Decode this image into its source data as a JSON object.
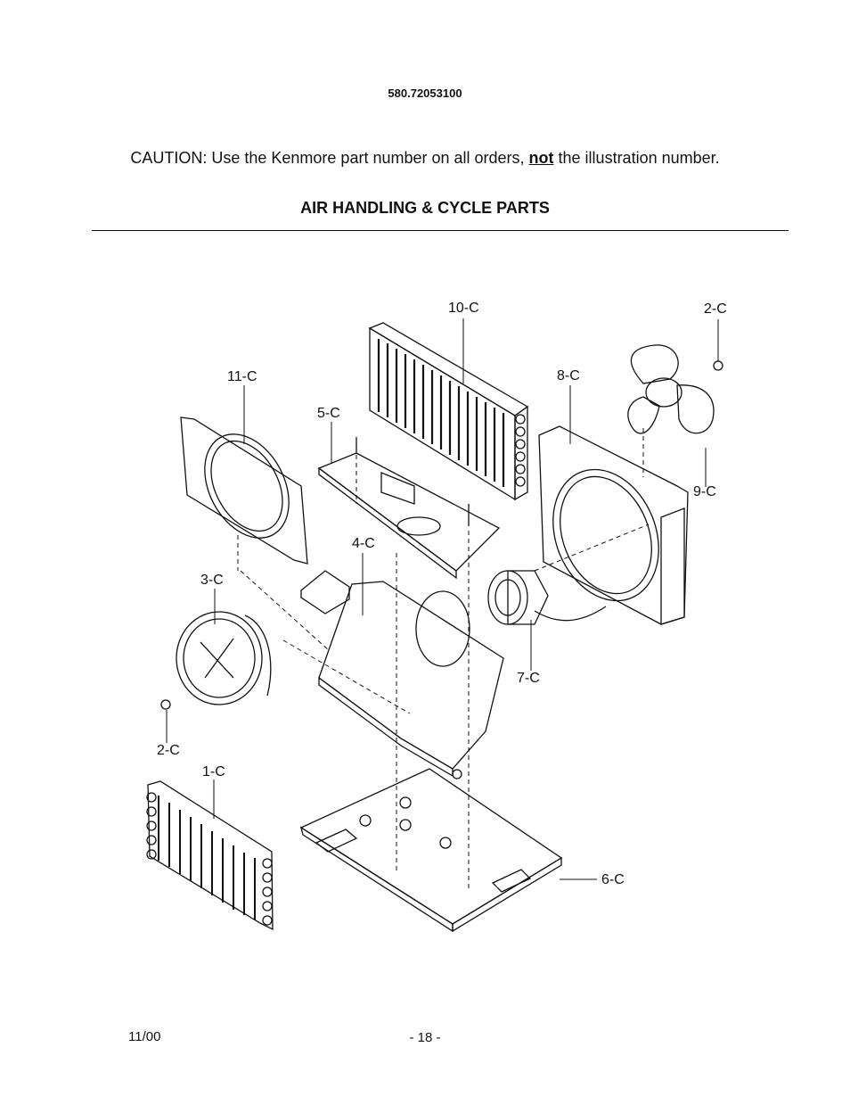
{
  "header": {
    "model_number": "580.72053100",
    "caution_prefix": "CAUTION: Use the Kenmore part number on all orders, ",
    "caution_emphasis": "not",
    "caution_suffix": " the illustration number.",
    "section_title": "AIR HANDLING & CYCLE PARTS"
  },
  "callouts": {
    "c10": "10-C",
    "c2a": "2-C",
    "c11": "11-C",
    "c8": "8-C",
    "c5": "5-C",
    "c9": "9-C",
    "c4": "4-C",
    "c3": "3-C",
    "c7": "7-C",
    "c2b": "2-C",
    "c1": "1-C",
    "c6": "6-C"
  },
  "footer": {
    "date": "11/00",
    "page": "- 18 -"
  }
}
